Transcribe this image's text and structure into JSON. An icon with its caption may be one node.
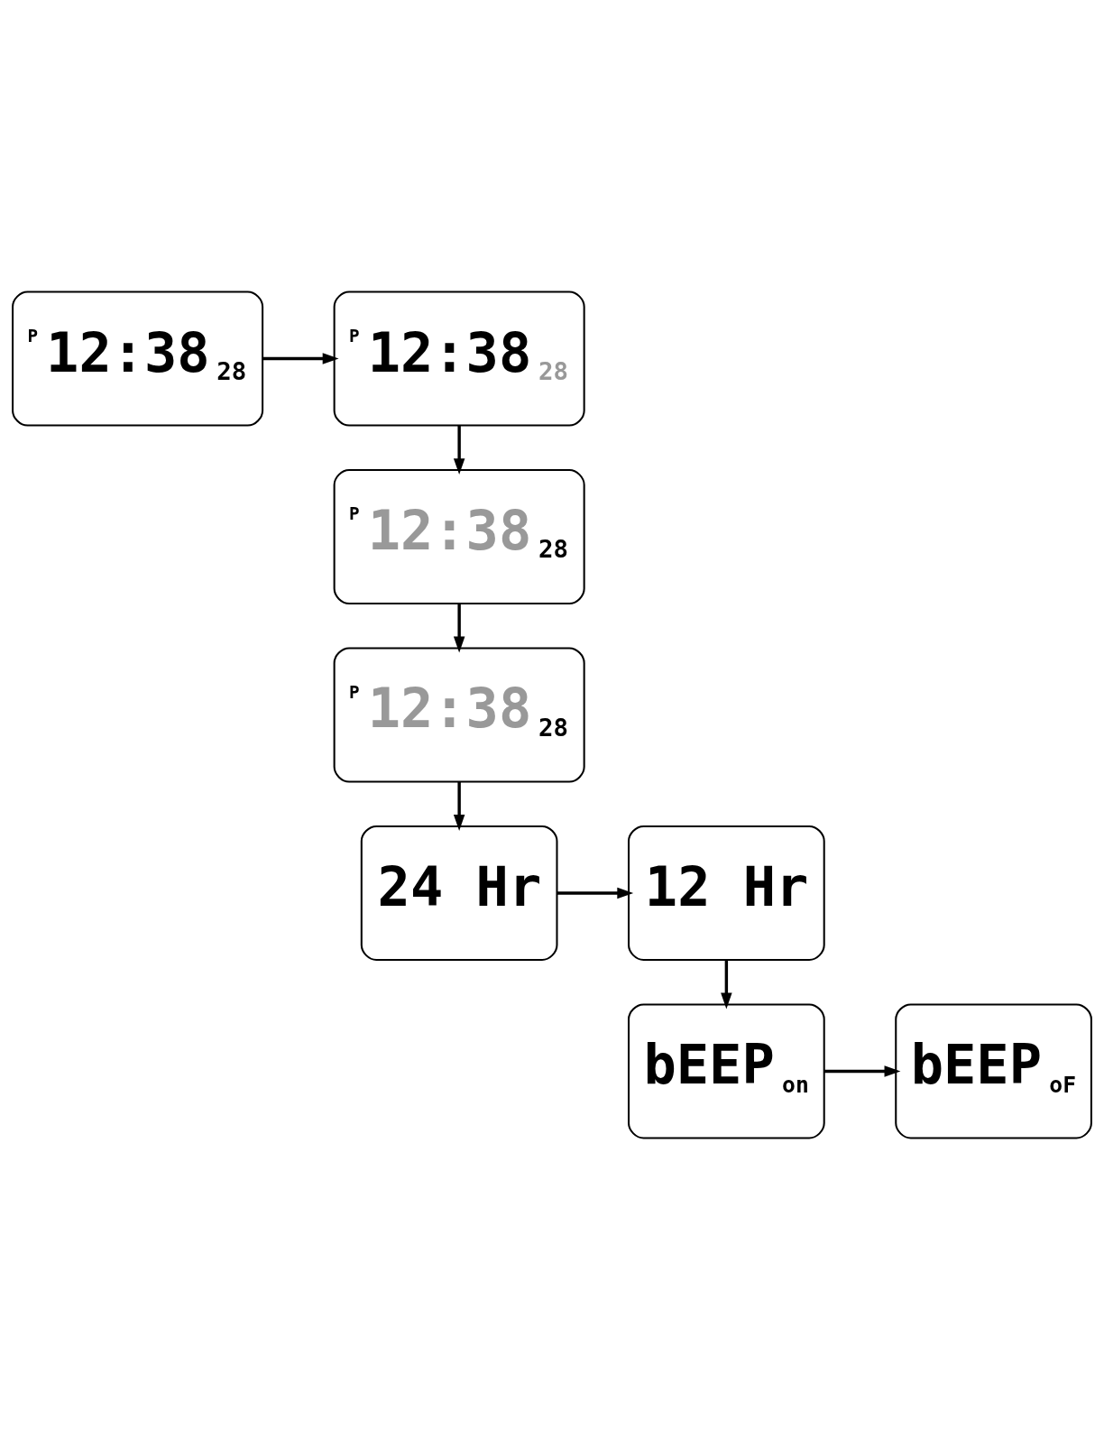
{
  "diagram": {
    "nodes": [
      {
        "text": [
          "P",
          "12:38",
          "28"
        ]
      },
      {
        "text": [
          "P",
          "12:38",
          "28"
        ]
      },
      {
        "text": [
          "P",
          "12:38",
          "28"
        ]
      },
      {
        "text": [
          "P",
          "12:38",
          "28"
        ]
      },
      {
        "text": [
          "24 Hr"
        ]
      },
      {
        "text": [
          "12 Hr"
        ]
      },
      {
        "text": [
          "bEEP",
          "on"
        ]
      },
      {
        "text": [
          "bEEP",
          "oF"
        ]
      }
    ],
    "edges": [
      {
        "from": 0,
        "to": 1,
        "arrow": "to"
      },
      {
        "from": 1,
        "to": 2,
        "arrow": "to"
      },
      {
        "from": 2,
        "to": 3,
        "arrow": "to"
      },
      {
        "from": 3,
        "to": 4,
        "arrow": "to"
      },
      {
        "from": 4,
        "to": 5,
        "arrow": "to"
      },
      {
        "from": 5,
        "to": 6,
        "arrow": "to"
      },
      {
        "from": 6,
        "to": 7,
        "arrow": "to"
      }
    ]
  }
}
